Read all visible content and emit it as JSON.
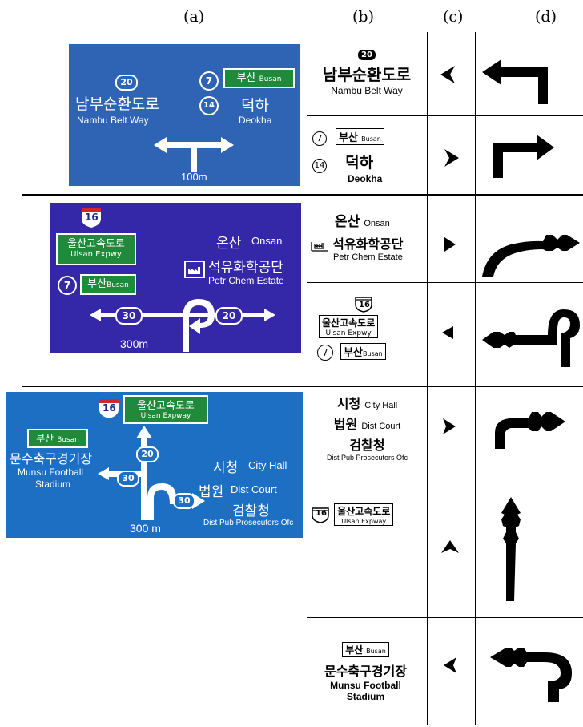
{
  "columns": [
    "(a)",
    "(b)",
    "(c)",
    "(d)"
  ],
  "sign1": {
    "route_num": "20",
    "name_ko": "남부순환도로",
    "name_en": "Nambu Belt Way",
    "route7": "7",
    "busan_ko": "부산",
    "busan_en": "Busan",
    "route14": "14",
    "deokha_ko": "덕하",
    "deokha_en": "Deokha",
    "distance": "100m"
  },
  "sign2": {
    "route16": "16",
    "ulsan_ko": "울산고속도로",
    "ulsan_en": "Ulsan Expwy",
    "route7": "7",
    "busan_ko": "부산",
    "busan_en": "Busan",
    "onsan_ko": "온산",
    "onsan_en": "Onsan",
    "petro_ko": "석유화학공단",
    "petro_en": "Petr Chem Estate",
    "route30": "30",
    "route20": "20",
    "distance": "300m"
  },
  "sign3": {
    "route16": "16",
    "ulsan_ko": "울산고속도로",
    "ulsan_en": "Ulsan Expway",
    "busan_ko": "부산",
    "busan_en": "Busan",
    "munsu_ko": "문수축구경기장",
    "munsu_en1": "Munsu Football",
    "munsu_en2": "Stadium",
    "route20": "20",
    "route30a": "30",
    "route30b": "30",
    "cityhall_ko": "시청",
    "cityhall_en": "City Hall",
    "court_ko": "법원",
    "court_en": "Dist Court",
    "prosec_ko": "검찰청",
    "prosec_en": "Dist Pub Prosecutors Ofc",
    "distance": "300 m"
  },
  "b_cells": {
    "r1": {
      "route": "20",
      "ko": "남부순환도로",
      "en": "Nambu Belt Way"
    },
    "r2": {
      "route7": "7",
      "busan_ko": "부산",
      "busan_en": "Busan",
      "route14": "14",
      "ko": "덕하",
      "en": "Deokha"
    },
    "r3": {
      "onsan_ko": "온산",
      "onsan_en": "Onsan",
      "ko": "석유화학공단",
      "en": "Petr Chem Estate"
    },
    "r4": {
      "route16": "16",
      "ko": "울산고속도로",
      "en": "Ulsan Expwy",
      "route7": "7",
      "busan_ko": "부산",
      "busan_en": "Busan"
    },
    "r5": {
      "ko1": "시청",
      "en1": "City Hall",
      "ko2": "법원",
      "en2": "Dist Court",
      "ko3": "검찰청",
      "en3": "Dist Pub Prosecutors Ofc"
    },
    "r6": {
      "route16": "16",
      "ko": "울산고속도로",
      "en": "Ulsan Expway"
    },
    "r7": {
      "busan_ko": "부산",
      "busan_en": "Busan",
      "ko": "문수축구경기장",
      "en1": "Munsu Football",
      "en2": "Stadium"
    }
  },
  "colors": {
    "sign_blue1": "#2f63b3",
    "sign_blue2": "#3427a8",
    "sign_blue3": "#1d6fc4",
    "green": "#1f8a3a"
  }
}
